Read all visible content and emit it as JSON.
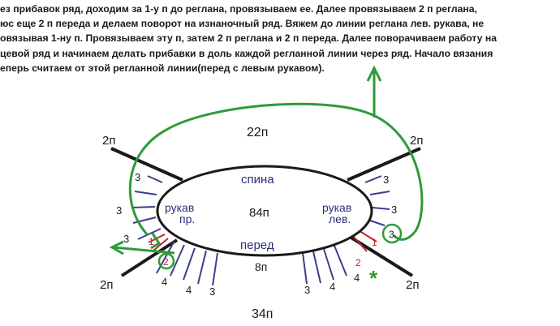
{
  "instructions": {
    "lines": [
      "ез прибавок ряд, доходим за 1-у п до реглана, провязываем ее. Далее провязываем 2 п реглана,",
      "юс еще 2 п переда и делаем поворот на изнаночный ряд. Вяжем до линии реглана лев. рукава, не",
      "овязывая 1-ну п. Провязываем эту п, затем 2 п реглана и 2 п переда. Далее поворачиваем работу на",
      "цевой ряд и начинаем делать прибавки в доль каждой регланной линии через ряд. Начало вязания",
      "еперь считаем от этой регланной линии(перед с левым рукавом)."
    ]
  },
  "diagram": {
    "top_count": "22п",
    "bottom_count": "34п",
    "back_label": "спина",
    "center_count": "84п",
    "front_label": "перед",
    "front_count": "8п",
    "right_sleeve_label_1": "рукав",
    "right_sleeve_label_2": "пр.",
    "left_sleeve_label_1": "рукав",
    "left_sleeve_label_2": "лев.",
    "raglan_tl": "2п",
    "raglan_tr": "2п",
    "raglan_bl": "2п",
    "raglan_br": "2п",
    "row_left_top": "3",
    "row_left_mid": "3",
    "row_left_low": "3",
    "row_left_red": "1",
    "row_left_circled": "2",
    "row_left_bottom": "4",
    "row_front_left_4": "4",
    "row_front_left_3": "3",
    "row_front_right_3": "3",
    "row_front_right_4": "4",
    "row_right_top": "3",
    "row_right_mid": "3",
    "row_right_circled": "3",
    "row_right_red_1": "1",
    "row_right_red_2": "2",
    "row_right_bottom": "4",
    "star": "*"
  },
  "colors": {
    "ink": "#1a1a1a",
    "tick_blue": "#3b3f8a",
    "tick_red": "#c0262c",
    "arrow_green": "#2e9a3a",
    "text_blue": "#2a2f7a"
  }
}
